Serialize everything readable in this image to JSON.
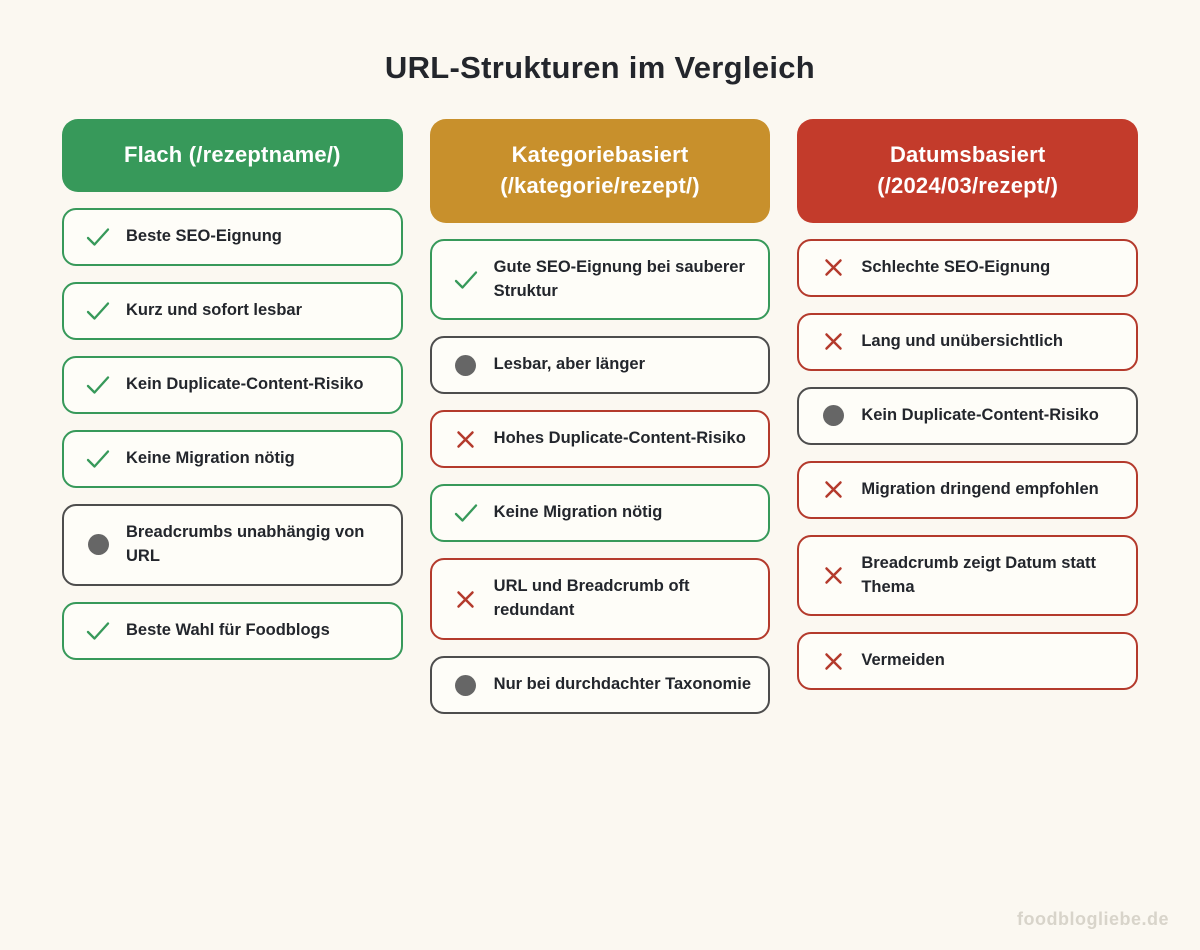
{
  "title": "URL-Strukturen im Vergleich",
  "watermark": "foodblogliebe.de",
  "colors": {
    "background": "#fbf8f1",
    "card_background": "#fefdf8",
    "positive": "#37995a",
    "negative": "#b43a2c",
    "neutral_border": "#4d4d4d",
    "dot": "#666666",
    "text": "#23262c",
    "header_text": "#ffffff",
    "watermark_text": "#d8d4ca"
  },
  "columns": [
    {
      "id": "flach",
      "header": "Flach (/rezeptname/)",
      "header_color": "#37995a",
      "items": [
        {
          "icon": "check",
          "tone": "positive",
          "text": "Beste SEO-Eignung"
        },
        {
          "icon": "check",
          "tone": "positive",
          "text": "Kurz und sofort lesbar"
        },
        {
          "icon": "check",
          "tone": "positive",
          "text": "Kein Duplicate-Content-Risiko"
        },
        {
          "icon": "check",
          "tone": "positive",
          "text": "Keine Migration nötig"
        },
        {
          "icon": "dot",
          "tone": "neutral",
          "text": "Breadcrumbs unabhängig von URL"
        },
        {
          "icon": "check",
          "tone": "positive",
          "text": "Beste Wahl für Foodblogs"
        }
      ]
    },
    {
      "id": "kategoriebasiert",
      "header": "Kategoriebasiert (/kategorie/rezept/)",
      "header_color": "#c8902c",
      "items": [
        {
          "icon": "check",
          "tone": "positive",
          "text": "Gute SEO-Eignung bei sauberer Struktur"
        },
        {
          "icon": "dot",
          "tone": "neutral",
          "text": "Lesbar, aber länger"
        },
        {
          "icon": "cross",
          "tone": "negative",
          "text": "Hohes Duplicate-Content-Risiko"
        },
        {
          "icon": "check",
          "tone": "positive",
          "text": "Keine Migration nötig"
        },
        {
          "icon": "cross",
          "tone": "negative",
          "text": "URL und Breadcrumb oft redundant"
        },
        {
          "icon": "dot",
          "tone": "neutral",
          "text": "Nur bei durchdachter Taxonomie"
        }
      ]
    },
    {
      "id": "datumsbasiert",
      "header": "Datumsbasiert (/2024/03/rezept/)",
      "header_color": "#c33b2b",
      "items": [
        {
          "icon": "cross",
          "tone": "negative",
          "text": "Schlechte SEO-Eignung"
        },
        {
          "icon": "cross",
          "tone": "negative",
          "text": "Lang und unübersichtlich"
        },
        {
          "icon": "dot",
          "tone": "neutral",
          "text": "Kein Duplicate-Content-Risiko"
        },
        {
          "icon": "cross",
          "tone": "negative",
          "text": "Migration dringend empfohlen"
        },
        {
          "icon": "cross",
          "tone": "negative",
          "text": "Breadcrumb zeigt Datum statt Thema"
        },
        {
          "icon": "cross",
          "tone": "negative",
          "text": "Vermeiden"
        }
      ]
    }
  ]
}
